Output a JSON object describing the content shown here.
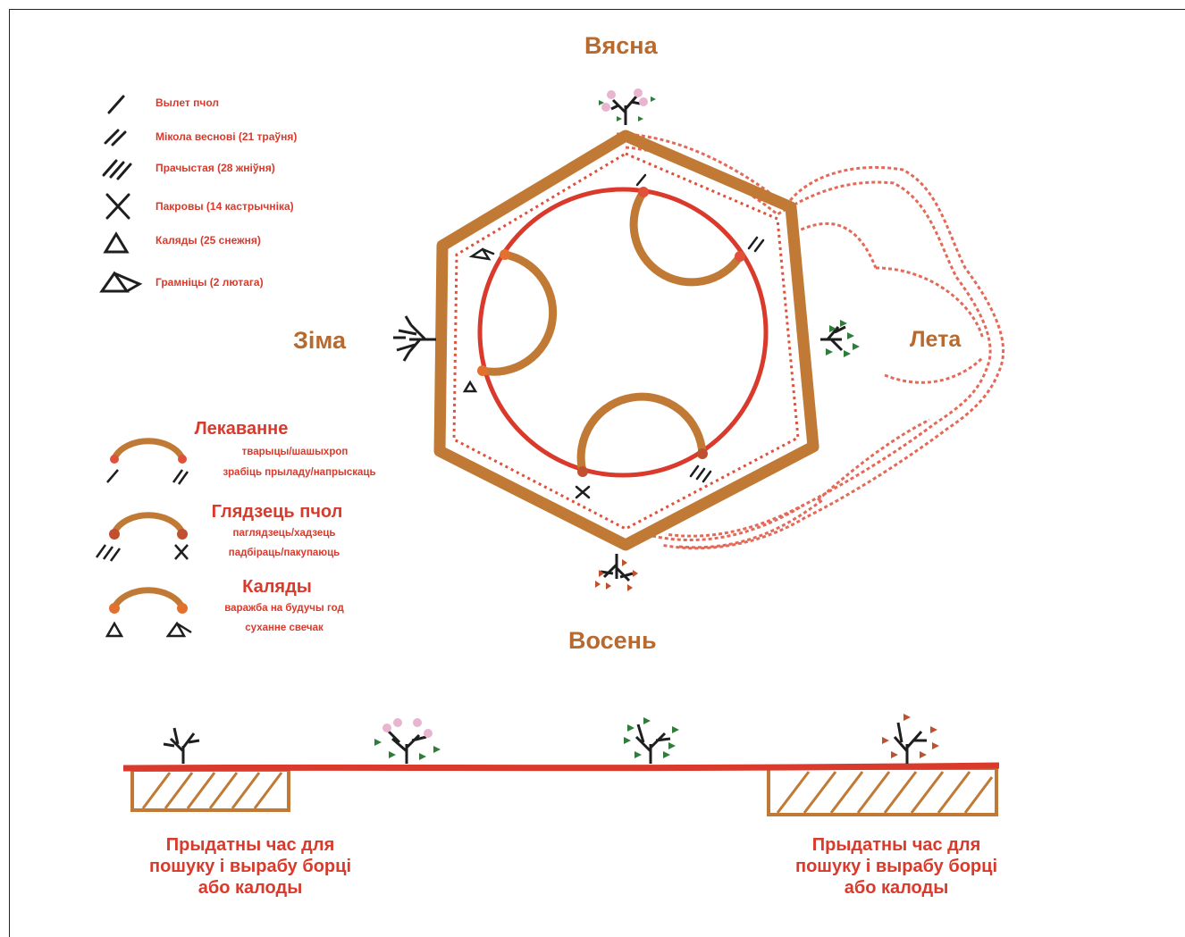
{
  "seasons": {
    "spring": "Вясна",
    "summer": "Лета",
    "autumn": "Восень",
    "winter": "Зіма"
  },
  "symbol_legend": [
    {
      "icon": "single-slash-mark",
      "label": "Вылет пчол"
    },
    {
      "icon": "double-slash-mark",
      "label": "Мікола веснові (21 траўня)"
    },
    {
      "icon": "triple-slash-mark",
      "label": "Прачыстая (28 жніўня)"
    },
    {
      "icon": "cross-mark",
      "label": "Пакровы (14 кастрычніка)"
    },
    {
      "icon": "triangle-mark",
      "label": "Каляды (25 снежня)"
    },
    {
      "icon": "double-triangle-mark",
      "label": "Грамніцы (2 лютага)"
    }
  ],
  "arc_legend": [
    {
      "title": "Лекаванне",
      "lines": [
        "тварыцы/шашыхроп",
        "зрабіць прыладу/напрыскаць"
      ]
    },
    {
      "title": "Глядзець пчол",
      "lines": [
        "паглядзець/хадзець",
        "падбіраць/пакупаюць"
      ]
    },
    {
      "title": "Каляды",
      "lines": [
        "варажба на будучы год",
        "суханне свечак"
      ]
    }
  ],
  "bottom_captions": {
    "left": [
      "Прыдатны час для",
      "пошуку і вырабу борці",
      "або калоды"
    ],
    "right": [
      "Прыдатны час для",
      "пошуку і вырабу борці",
      "або калоды"
    ]
  },
  "colors": {
    "red": "#d93a2b",
    "brown": "#c07a35",
    "dark": "#1e1e1e",
    "pink": "#e8b4d0",
    "green": "#2e7d3a"
  }
}
